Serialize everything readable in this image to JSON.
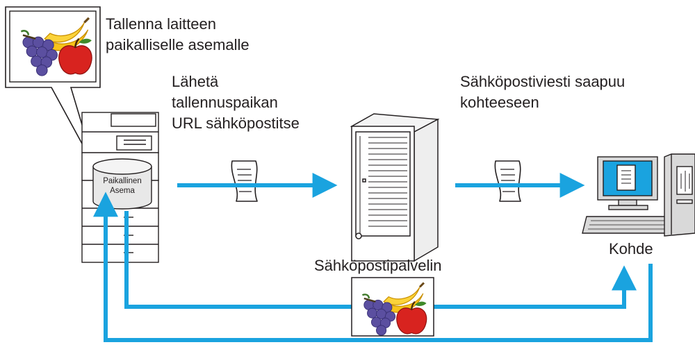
{
  "labels": {
    "save_local": [
      "Tallenna laitteen",
      "paikalliselle asemalle"
    ],
    "send_url": [
      "Lähetä",
      "tallennuspaikan",
      "URL sähköpostitse"
    ],
    "email_arrives": [
      "Sähköpostiviesti saapuu",
      "kohteeseen"
    ],
    "server": "Sähköpostipalvelin",
    "destination": "Kohde",
    "local_drive": [
      "Paikallinen",
      "Asema"
    ]
  },
  "icons": [
    "picture-icon",
    "document-icon",
    "server-icon",
    "printer-icon",
    "drive-icon",
    "computer-icon"
  ],
  "colors": {
    "arrow": "#1aa3df",
    "text": "#231f20",
    "outline": "#231f20"
  }
}
